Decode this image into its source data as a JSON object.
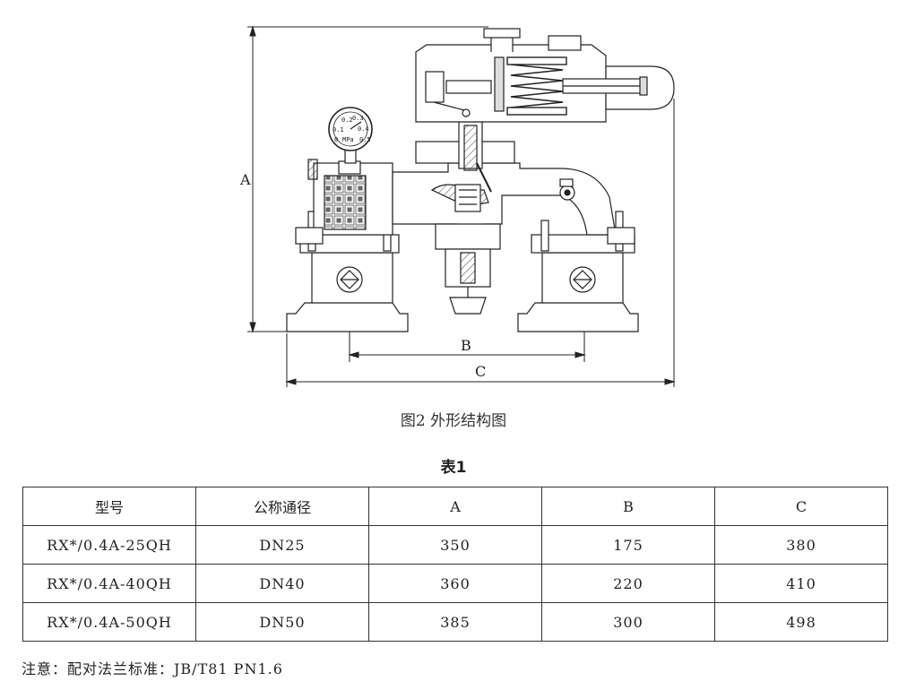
{
  "figure": {
    "dim_labels": {
      "A": "A",
      "B": "B",
      "C": "C"
    },
    "gauge_scale": [
      "0.2",
      "0.3",
      "0.1",
      "0.4",
      "MPa",
      "0",
      "0.5"
    ],
    "caption": "图2 外形结构图"
  },
  "table": {
    "title": "表1",
    "headers": [
      "型号",
      "公称通径",
      "A",
      "B",
      "C"
    ],
    "rows": [
      [
        "RX*/0.4A-25QH",
        "DN25",
        "350",
        "175",
        "380"
      ],
      [
        "RX*/0.4A-40QH",
        "DN40",
        "360",
        "220",
        "410"
      ],
      [
        "RX*/0.4A-50QH",
        "DN50",
        "385",
        "300",
        "498"
      ]
    ]
  },
  "note": "注意：配对法兰标准：JB/T81 PN1.6"
}
